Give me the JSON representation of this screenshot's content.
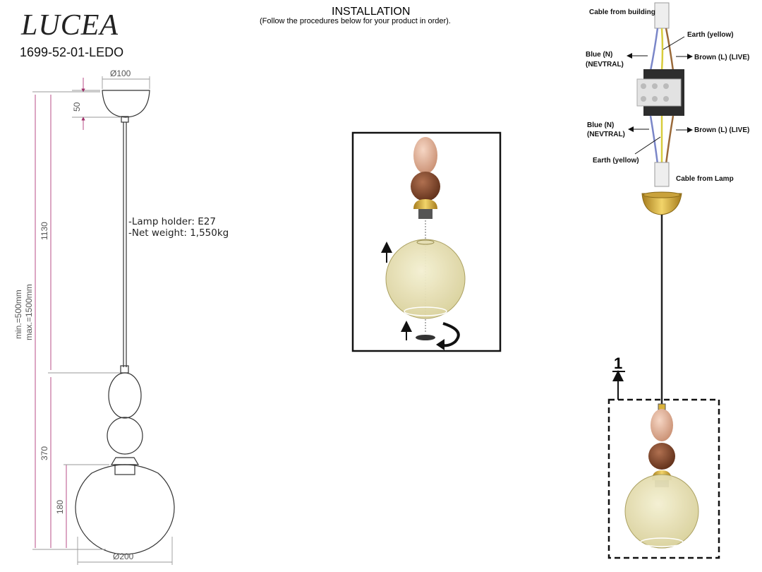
{
  "header": {
    "brand": "LUCEA",
    "article": "1699-52-01-LEDO",
    "title": "INSTALLATION",
    "subtitle": "(Follow the procedures below for your product in order)."
  },
  "specs": {
    "lamp_holder": "-Lamp holder: E27",
    "net_weight": "-Net weight: 1,550kg"
  },
  "dimensions": {
    "canopy_diameter": "Ø100",
    "canopy_height": "50",
    "cable_length": "1130",
    "height_range_min": "min.=500mm",
    "height_range_max": "max.=1500mm",
    "body_height": "370",
    "shade_height": "180",
    "shade_diameter": "Ø200"
  },
  "wiring": {
    "cable_from_building": "Cable from building",
    "earth_top": "Earth (yellow)",
    "blue_top_1": "Blue (N)",
    "blue_top_2": "(NEVTRAL)",
    "brown_top": "Brown (L) (LIVE)",
    "blue_bottom_1": "Blue (N)",
    "blue_bottom_2": "(NEVTRAL)",
    "brown_bottom": "Brown (L) (LIVE)",
    "earth_bottom": "Earth (yellow)",
    "cable_from_lamp": "Cable from Lamp"
  },
  "step": {
    "number": "1"
  },
  "colors": {
    "egg": "#e8b79a",
    "wood": "#8a4b2e",
    "brass": "#d9b23a",
    "glass": "#ece6b8",
    "blue_wire": "#7a86c8",
    "brown_wire": "#9a6a3a",
    "yellow_wire": "#d8cc3c"
  }
}
